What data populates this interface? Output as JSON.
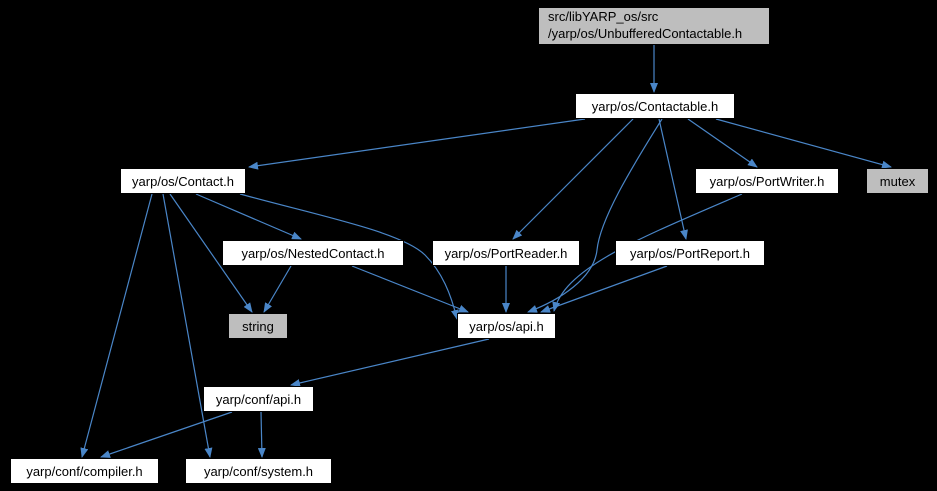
{
  "diagram": {
    "colors": {
      "background": "#000000",
      "edge": "#4a86c8",
      "node_fill": "#ffffff",
      "node_border": "#000000",
      "node_text": "#000000",
      "gray_node_fill": "#bebebe"
    },
    "nodes": {
      "root": {
        "line1": "src/libYARP_os/src",
        "line2": "/yarp/os/UnbufferedContactable.h"
      },
      "contactable": {
        "label": "yarp/os/Contactable.h"
      },
      "contact": {
        "label": "yarp/os/Contact.h"
      },
      "portwriter": {
        "label": "yarp/os/PortWriter.h"
      },
      "mutex": {
        "label": "mutex"
      },
      "nestedcontact": {
        "label": "yarp/os/NestedContact.h"
      },
      "portreader": {
        "label": "yarp/os/PortReader.h"
      },
      "portreport": {
        "label": "yarp/os/PortReport.h"
      },
      "string": {
        "label": "string"
      },
      "osapi": {
        "label": "yarp/os/api.h"
      },
      "confapi": {
        "label": "yarp/conf/api.h"
      },
      "compiler": {
        "label": "yarp/conf/compiler.h"
      },
      "system": {
        "label": "yarp/conf/system.h"
      }
    },
    "edges": [
      {
        "from": "root",
        "to": "contactable"
      },
      {
        "from": "contactable",
        "to": "contact"
      },
      {
        "from": "contactable",
        "to": "portreader"
      },
      {
        "from": "contactable",
        "to": "portreport"
      },
      {
        "from": "contactable",
        "to": "portwriter"
      },
      {
        "from": "contactable",
        "to": "mutex"
      },
      {
        "from": "contactable",
        "to": "osapi"
      },
      {
        "from": "contact",
        "to": "nestedcontact"
      },
      {
        "from": "contact",
        "to": "string"
      },
      {
        "from": "contact",
        "to": "osapi"
      },
      {
        "from": "contact",
        "to": "compiler"
      },
      {
        "from": "contact",
        "to": "system"
      },
      {
        "from": "nestedcontact",
        "to": "string"
      },
      {
        "from": "nestedcontact",
        "to": "osapi"
      },
      {
        "from": "portreader",
        "to": "osapi"
      },
      {
        "from": "portreport",
        "to": "osapi"
      },
      {
        "from": "portwriter",
        "to": "osapi"
      },
      {
        "from": "osapi",
        "to": "confapi"
      },
      {
        "from": "confapi",
        "to": "compiler"
      },
      {
        "from": "confapi",
        "to": "system"
      }
    ]
  }
}
